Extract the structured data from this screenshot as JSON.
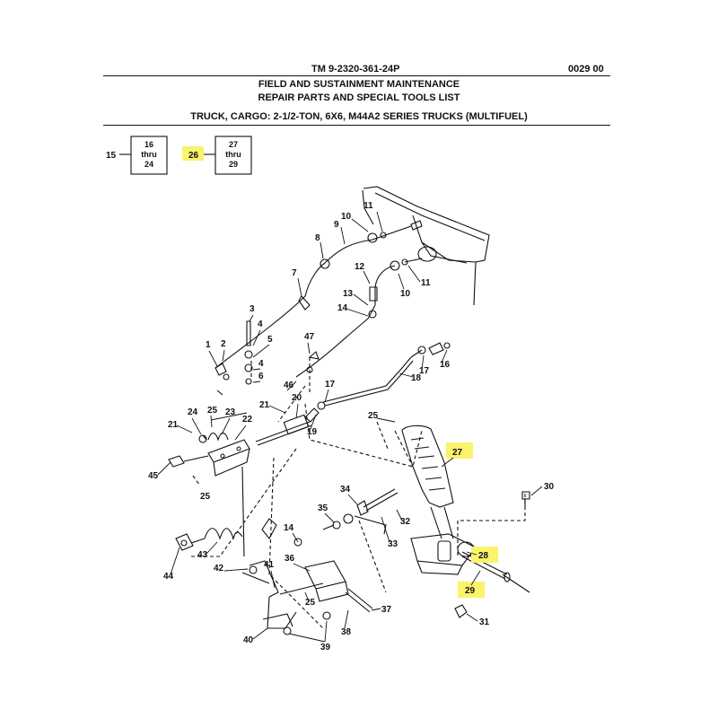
{
  "header": {
    "doc_number": "TM 9-2320-361-24P",
    "work_package": "0029 00",
    "title_line1": "FIELD AND SUSTAINMENT MAINTENANCE",
    "title_line2": "REPAIR PARTS AND SPECIAL TOOLS LIST",
    "title_line3": "TRUCK, CARGO: 2-1/2-TON, 6X6, M44A2 SERIES TRUCKS (MULTIFUEL)"
  },
  "key_diagram": {
    "left_num": "15",
    "box1": [
      "16",
      "thru",
      "24"
    ],
    "mid_num": "26",
    "box2": [
      "27",
      "thru",
      "29"
    ]
  },
  "callouts": {
    "c1": "1",
    "c2": "2",
    "c3": "3",
    "c4a": "4",
    "c4b": "4",
    "c5": "5",
    "c6": "6",
    "c7": "7",
    "c8": "8",
    "c9": "9",
    "c10a": "10",
    "c10b": "10",
    "c11a": "11",
    "c11b": "11",
    "c12": "12",
    "c13": "13",
    "c14a": "14",
    "c14b": "14",
    "c16": "16",
    "c17a": "17",
    "c17b": "17",
    "c18": "18",
    "c19": "19",
    "c20": "20",
    "c21a": "21",
    "c21b": "21",
    "c22": "22",
    "c23": "23",
    "c24": "24",
    "c25a": "25",
    "c25b": "25",
    "c25c": "25",
    "c25d": "25",
    "c27": "27",
    "c28": "28",
    "c29": "29",
    "c30": "30",
    "c31": "31",
    "c32": "32",
    "c33": "33",
    "c34": "34",
    "c35": "35",
    "c36": "36",
    "c37": "37",
    "c38": "38",
    "c39": "39",
    "c40": "40",
    "c41": "41",
    "c42": "42",
    "c43": "43",
    "c44": "44",
    "c45": "45",
    "c46": "46",
    "c47": "47"
  },
  "colors": {
    "highlight": "#fbf36b",
    "ink": "#111111"
  }
}
